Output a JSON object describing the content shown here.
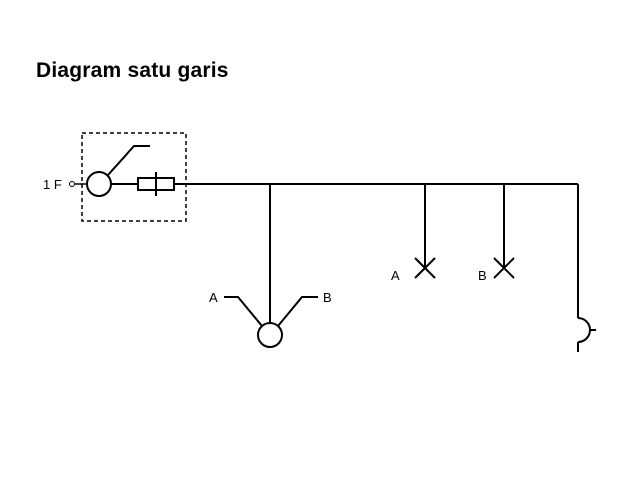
{
  "title": "Diagram satu garis",
  "labels": {
    "source": "1 F",
    "switch_left": "A",
    "switch_right": "B",
    "lamp_a": "A",
    "lamp_b": "B"
  }
}
